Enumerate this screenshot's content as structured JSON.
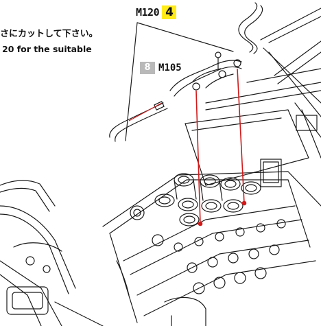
{
  "callout_main": {
    "part_code": "M120",
    "quantity": "4"
  },
  "callout_sub": {
    "step": "8",
    "part_code": "M105"
  },
  "notes": {
    "japanese_fragment": "さにカットして下さい。",
    "english_fragment": "20 for the suitable"
  },
  "colors": {
    "quantity_highlight": "#ffeb1a",
    "step_badge": "#b9b9b9",
    "guide_lines": "#d11a1a",
    "line_art": "#1a1a1a"
  }
}
